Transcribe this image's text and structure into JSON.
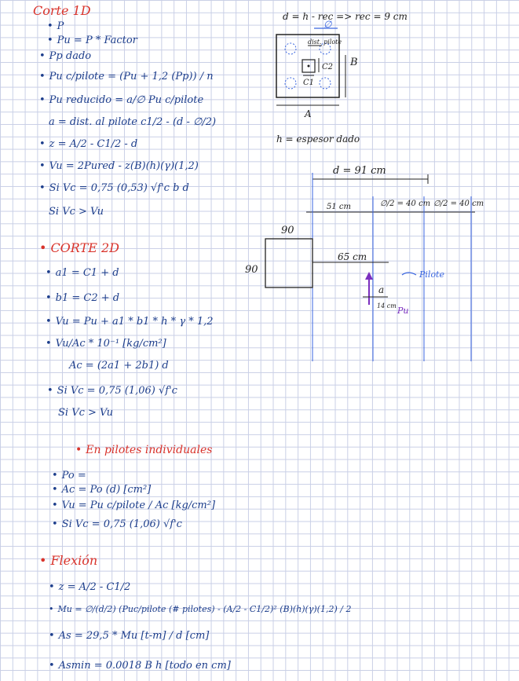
{
  "colors": {
    "ink_blue": "#1d3e8c",
    "ink_red": "#d9332b",
    "ink_black": "#222222",
    "ink_purple": "#7b2fbf",
    "guide_blue": "#3a66e0"
  },
  "section1": {
    "title": "Corte 1D",
    "lines": [
      "P",
      "Pu = P * Factor",
      "Pp dado",
      "Pu c/pilote = (Pu + 1,2 (Pp)) / n",
      "Pu reducido = a/∅ Pu c/pilote",
      "a = dist. al pilote  c1/2 - (d - ∅/2)",
      "z = A/2 - C1/2 - d",
      "Vu = 2Pured - z(B)(h)(γ)(1,2)",
      "Si Vc = 0,75 (0,53) √f'c  b d",
      "Si Vc > Vu"
    ]
  },
  "section2": {
    "title": "CORTE 2D",
    "lines": [
      "a1 = C1 + d",
      "b1 = C2 + d",
      "Vu = Pu + a1 * b1 * h * γ * 1,2",
      "Vu/Ac * 10⁻¹  [kg/cm²]",
      "Ac = (2a1 + 2b1) d",
      "Si Vc = 0,75 (1,06) √f'c",
      "Si Vc > Vu"
    ]
  },
  "section3": {
    "title": "En pilotes individuales",
    "lines": [
      "Po =",
      "Ac = Po (d)   [cm²]",
      "Vu = Pu c/pilote / Ac   [kg/cm²]",
      "Si Vc = 0,75 (1,06) √f'c"
    ]
  },
  "section4": {
    "title": "Flexión",
    "lines": [
      "z = A/2 - C1/2",
      "Mu = ∅/(d/2) (Puc/pilote (# pilotes) - (A/2 - C1/2)² (B)(h)(γ)(1,2) / 2",
      "As = 29,5 * Mu [t-m] / d [cm]",
      "Asmin = 0.0018 B h [todo en cm]"
    ]
  },
  "diagram1": {
    "formula": "d = h - rec   => rec = 9 cm",
    "phi": "∅",
    "dist_label": "dist. pilote",
    "c1": "C1",
    "c2": "C2",
    "b_label": "B",
    "a_label": "A",
    "h_note": "h = espesor dado"
  },
  "diagram2": {
    "d_label": "d = 91 cm",
    "left_dim": "51 cm",
    "mid_dim": "∅/2 = 40 cm",
    "right_dim": "∅/2 = 40 cm",
    "col_top": "90",
    "col_side": "90",
    "dist": "65 cm",
    "pilote": "Pilote",
    "a": "a",
    "a_dim": "14 cm",
    "pu": "Pu"
  }
}
